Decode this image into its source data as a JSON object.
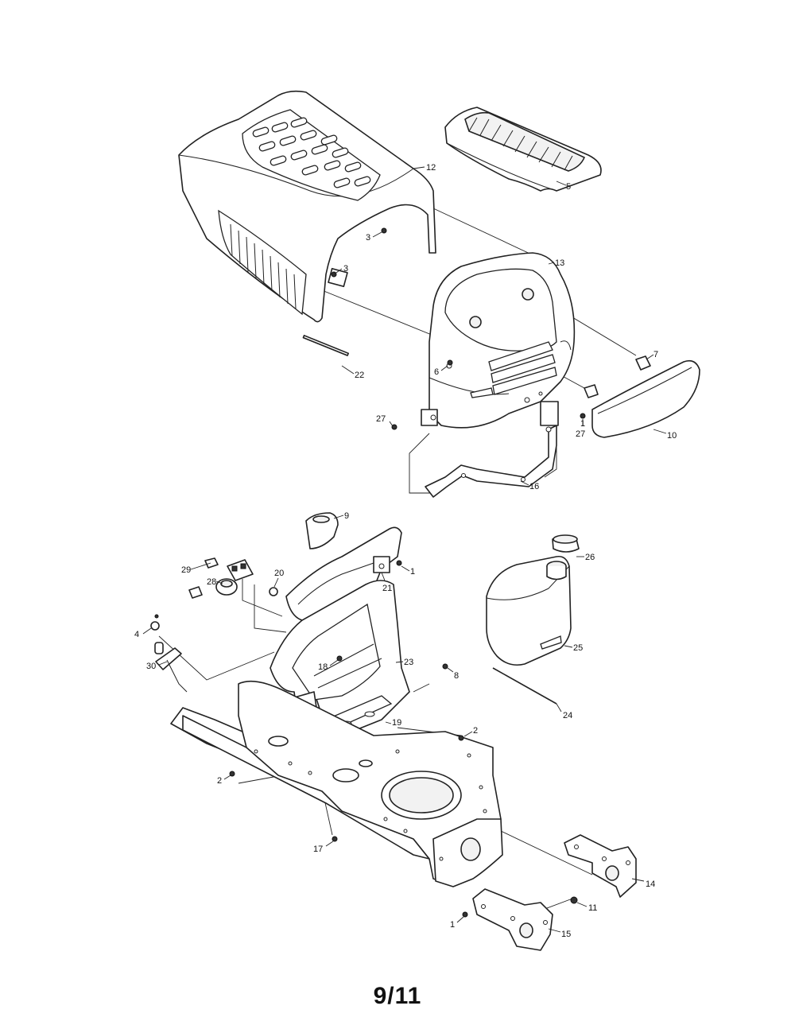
{
  "page": {
    "page_number": "9/11"
  },
  "callouts": {
    "c1a": "1",
    "c1b": "1",
    "c1c": "1",
    "c2a": "2",
    "c2b": "2",
    "c3a": "3",
    "c3b": "3",
    "c4": "4",
    "c5": "5",
    "c6": "6",
    "c7": "7",
    "c8": "8",
    "c9": "9",
    "c10": "10",
    "c11": "11",
    "c12": "12",
    "c13": "13",
    "c14": "14",
    "c15": "15",
    "c16": "16",
    "c17": "17",
    "c18": "18",
    "c19": "19",
    "c20": "20",
    "c21": "21",
    "c22": "22",
    "c23": "23",
    "c24": "24",
    "c25": "25",
    "c26": "26",
    "c27a": "27",
    "c27b": "27",
    "c28": "28",
    "c29": "29",
    "c30": "30"
  }
}
